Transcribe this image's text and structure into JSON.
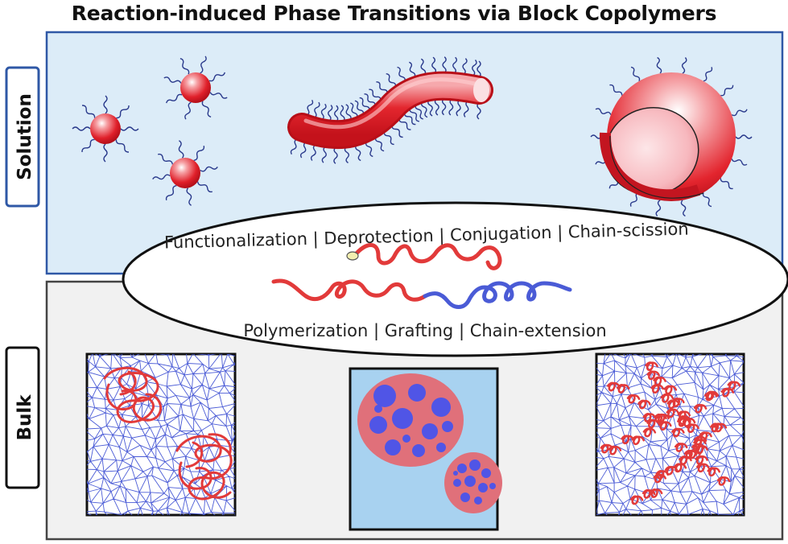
{
  "title": "Reaction-induced Phase Transitions via Block Copolymers",
  "panels": {
    "solution": {
      "label": "Solution"
    },
    "bulk": {
      "label": "Bulk"
    }
  },
  "reactions": {
    "top": "Functionalization | Deprotection | Conjugation | Chain-scission",
    "bottom": "Polymerization | Grafting | Chain-extension"
  },
  "colors": {
    "solution_bg": "#dcecf8",
    "solution_border": "#2f58a6",
    "bulk_bg": "#f1f1f1",
    "core_red": "#e0202a",
    "chain_blue": "#4a5bd6",
    "droplet_pink": "#e0707a",
    "bulk_mid_bg": "#a8d2f0"
  }
}
